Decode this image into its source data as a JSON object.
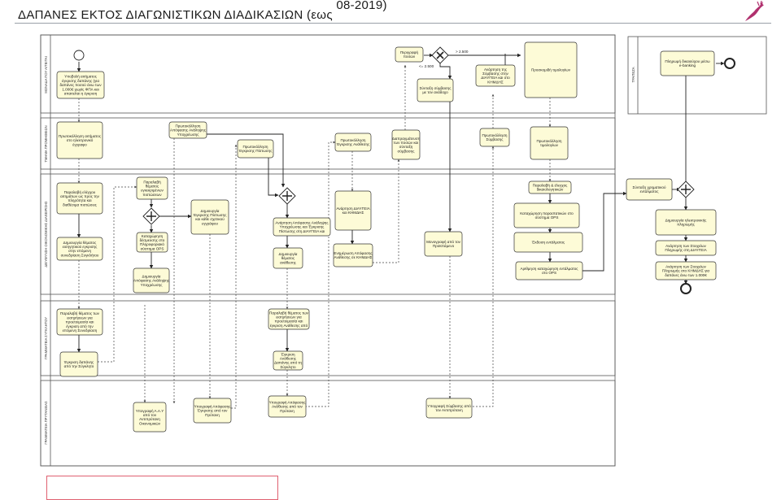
{
  "title": {
    "main": "ΔΑΠΑΝΕΣ ΕΚΤΟΣ ΔΙΑΓΩΝΙΣΤΙΚΩΝ ΔΙΑΔΙΚΑΣΙΩΝ (εως",
    "sup": "08-2019)"
  },
  "colors": {
    "task_fill": "#fdfbd7",
    "task_stroke": "#333333",
    "lane_stroke": "#555555",
    "logo": "#b0306e",
    "note_border": "#e06070"
  },
  "lanes": [
    "ΜΟΝΑΔΑ ΠΟΥ ΑΙΤΕΙΤΑΙ",
    "ΤΜΗΜΑ ΠΡΟΜΗΘΕΙΩΝ",
    "ΔΙΕΥΘΥΝΣΗ ΟΙΚΟΝΟΜΙΚΗΣ ΔΙΑΧΕΙΡΙΣΗΣ",
    "ΓΡΑΜΜΑΤΕΙΑ ΣΥΓΚΛΗΤΟΥ",
    "ΓΡΑΜΜΑΤΕΙΑ ΠΡΥΤΑΝΕΙΑΣ",
    "ΤΡΑΠΕΖΑ"
  ],
  "gateway_labels": {
    "upper": "> 2.500",
    "lower": "<= 2.500"
  },
  "tasks": [
    "Υποβολή αιτήματος έγκρισης δαπάνης (για δαπάνες ποσού άνω των 1.000€ χωρίς ΦΠΑ και απαιτείται η έγκριση του ΚΗΜΔΗΣ)",
    "Πρωτοκόλληση αιτήματος στο ηλεκτρονικό έγγραφο",
    "Παραλαβή ελέγχου αιτημάτων ως προς την πληρότητα και διαθέσιμα πιστώσεις",
    "Δημιουργία θέματος εισηγητικού εγκρισης στην επόμενη συνεδρίαση Συγκλήτου",
    "Παραλαβή θέματος των εισηγήσεων για προετοιμασία και έγκριση από την επόμενη Συνεδρίαση Συγκλήτου",
    "Έγκριση δαπάνης από την Σύγκλητο",
    "Παραλαβή θέματος εγκεκριμένων πιστώσεων",
    "Καταχώρηση δέσμευσης στο Πληροφοριακό σύστημα OPS",
    "Δημιουργία Απόφασης Ανάληψης Υποχρέωσης",
    "Υπογραφή Α.Α.Υ από τον Αντιπρύτανη Οικονομικών",
    "Πρωτοκόλληση Απόφασης Ανάληψης Υποχρέωσης",
    "Δημιουργία Έγκρισης Πίστωσης και κάθε σχετικού εγγράφου",
    "Υπογραφή Απόφασης Έγκρισης από τον Πρύτανη",
    "Πρωτοκόλληση Έγκρισης Πίστωσης",
    "Ανάρτηση Απόφασης Ανάληψης Υποχρέωσης και Έγκρισης Πίστωσης στη ΔΙΑΥΓΕΙΑ και στο ΚΗΜΔΗΣ",
    "Δημιουργία θέματος ανάθεσης",
    "Παραλαβή θέματος των εισηγήσεων για προετοιμασία και έγκριση Ανάθεσης από την Σύγκλητο",
    "Έγκριση Ανάθεσης Δαπάνης από τη Σύγκλητο",
    "Υπογραφή Απόφασης Ανάθεσης από τον Πρύτανη",
    "Πρωτοκόλληση Έγκρισης Ανάθεσης",
    "Ανάρτηση ΔΙΑΥΓΕΙΑ και ΚΗΜΔΗΣ",
    "Ενημέρωση Απόφασης Ανάθεσης σε ΚΗΜΔΗΣ",
    "Διαπραγμάτευση των ποσών και σύνταξη σύμβασης",
    "Περιγραφή ποσών",
    "Σύνταξη σύμβασης με τον ανάδοχο",
    "Μονογραφή από τον Προϊστάμενο",
    "Υπογραφή Σύμβασης από τον Αντιπρύτανη",
    "Ανάρτηση της Σύμβασης στην ΔΙΑΥΓΕΙΑ και στο ΚΗΜΔΗΣ",
    "Πρωτοκόλληση Σύμβασης",
    "Προσκομιδή τιμολογίων",
    "Πρωτοκόλληση τιμολογίων",
    "Παραλαβή & έλεγχος δικαιολογητικών",
    "Καταχώρηση παραστατικών στο σύστημα OPS",
    "Έκδοση εντάλματος",
    "Αριθμηση καταχώρηση εντάλματος στο OPS",
    "Σύνταξη χρηματικού εντάλματος",
    "Πληρωμή δικαιούχου μέσω e-banking",
    "Δημιουργία ηλεκτρονικής πληρωμής",
    "Ανάρτηση των Στοιχείων Πληρωμής στη ΔΙΑΥΓΕΙΑ",
    "Ανάρτηση των Στοιχείων Πληρωμής στο ΚΗΜΔΗΣ για δαπάνες άνω των 1.000€"
  ]
}
